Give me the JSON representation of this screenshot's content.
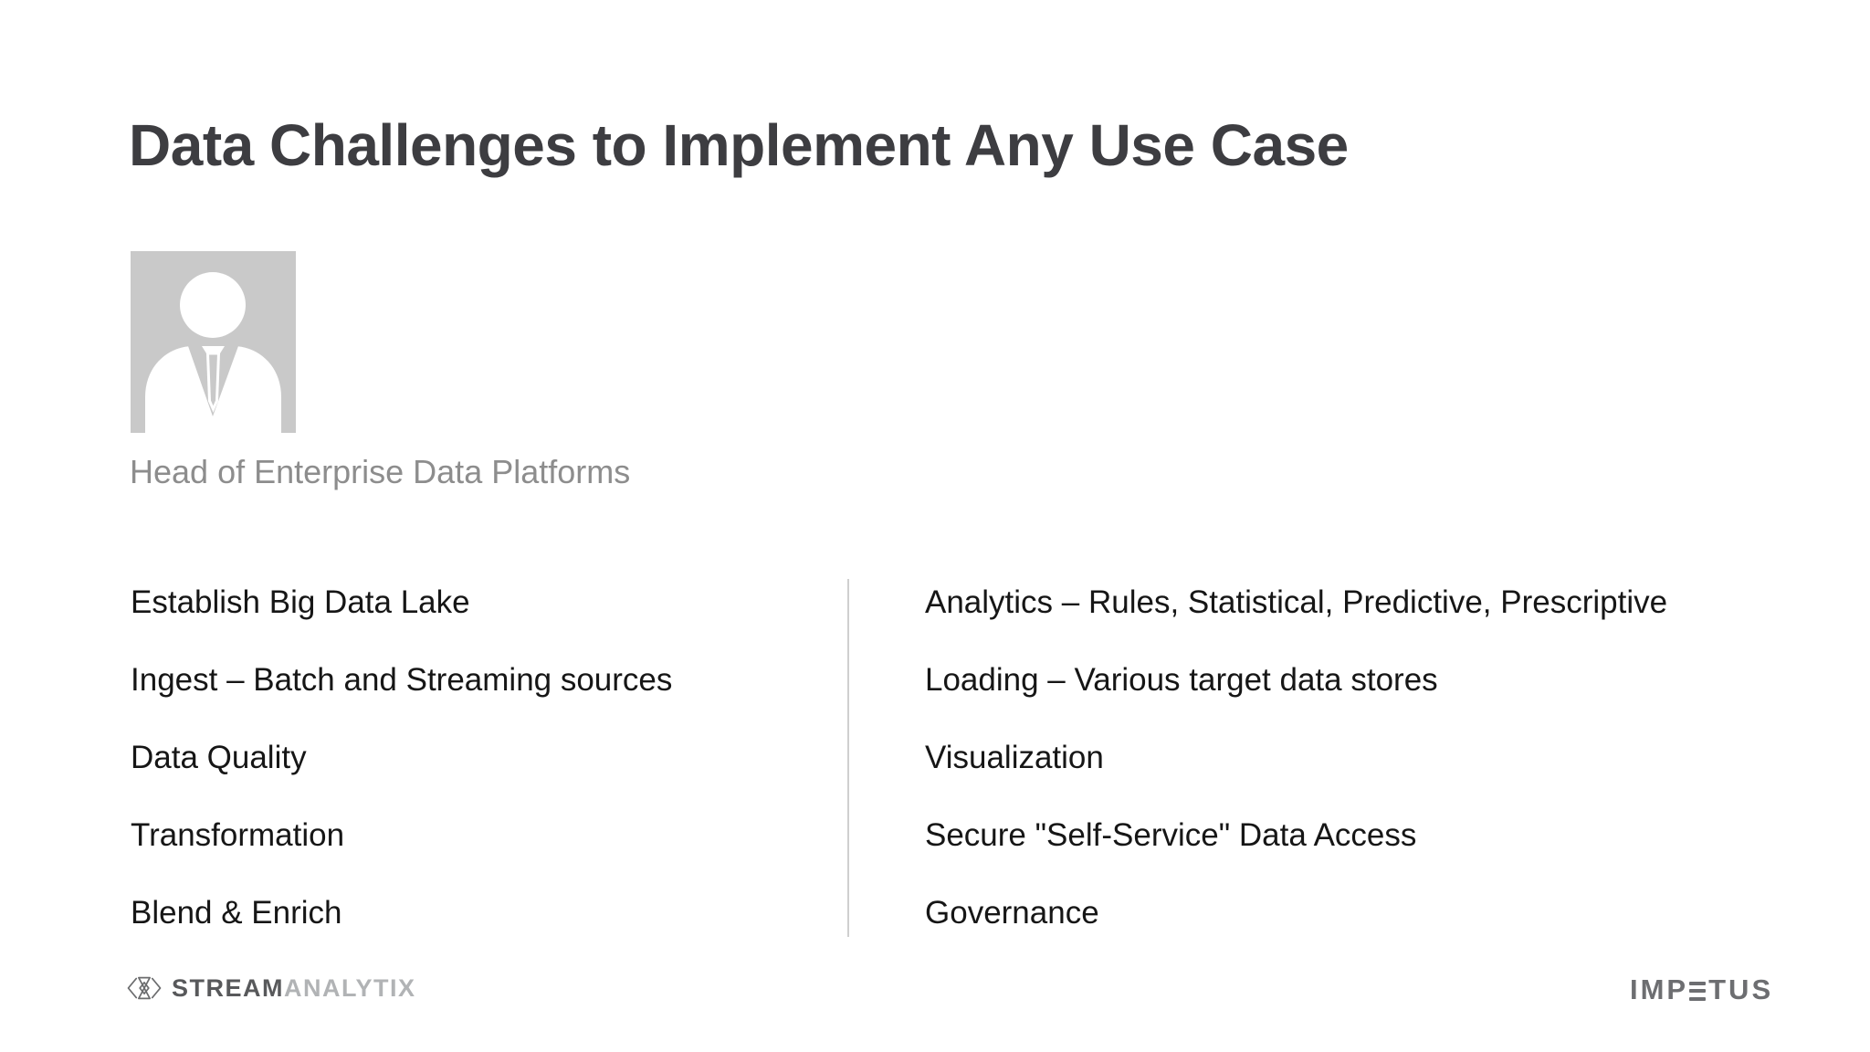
{
  "slide": {
    "title": "Data Challenges to Implement Any Use Case",
    "persona": {
      "role": "Head of Enterprise Data Platforms",
      "avatar_icon": "person-placeholder"
    },
    "challenges": {
      "left": [
        "Establish Big Data Lake",
        "Ingest – Batch and Streaming sources",
        "Data Quality",
        "Transformation",
        "Blend & Enrich"
      ],
      "right": [
        "Analytics – Rules, Statistical, Predictive, Prescriptive",
        "Loading – Various target data stores",
        "Visualization",
        "Secure \"Self-Service\" Data Access",
        "Governance"
      ]
    },
    "footer": {
      "streamanalytix": {
        "icon": "streamanalytix-mark",
        "part1": "STREAM",
        "part2": "ANALYTIX"
      },
      "impetus": {
        "part1": "IMP",
        "part2": "TUS",
        "stylized_letter": "E-as-three-bars"
      }
    },
    "colors": {
      "title": "#3d3d41",
      "body_text": "#161616",
      "subtitle": "#8d8d8d",
      "avatar_gray": "#c9c9c9",
      "divider": "#cfcfcf",
      "stream": "#58595b",
      "analytix": "#b1b3b5",
      "impetus": "#6d6e71",
      "background": "#ffffff"
    }
  }
}
